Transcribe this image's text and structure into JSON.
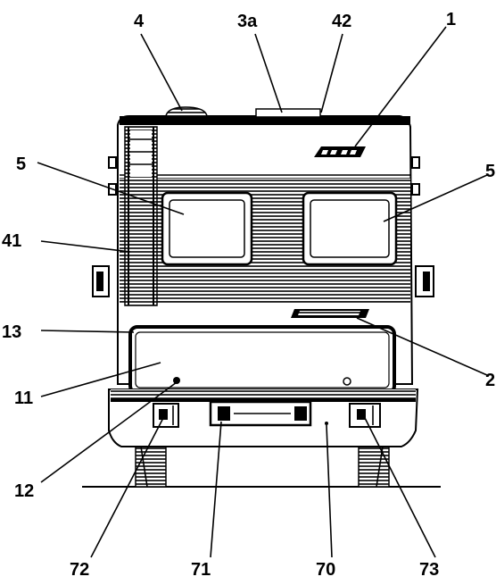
{
  "callouts": {
    "c4": "4",
    "c3a": "3a",
    "c42": "42",
    "c1": "1",
    "c5_left": "5",
    "c5_right": "5",
    "c41": "41",
    "c13": "13",
    "c2": "2",
    "c11": "11",
    "c12": "12",
    "c72": "72",
    "c71": "71",
    "c70": "70",
    "c73": "73"
  }
}
